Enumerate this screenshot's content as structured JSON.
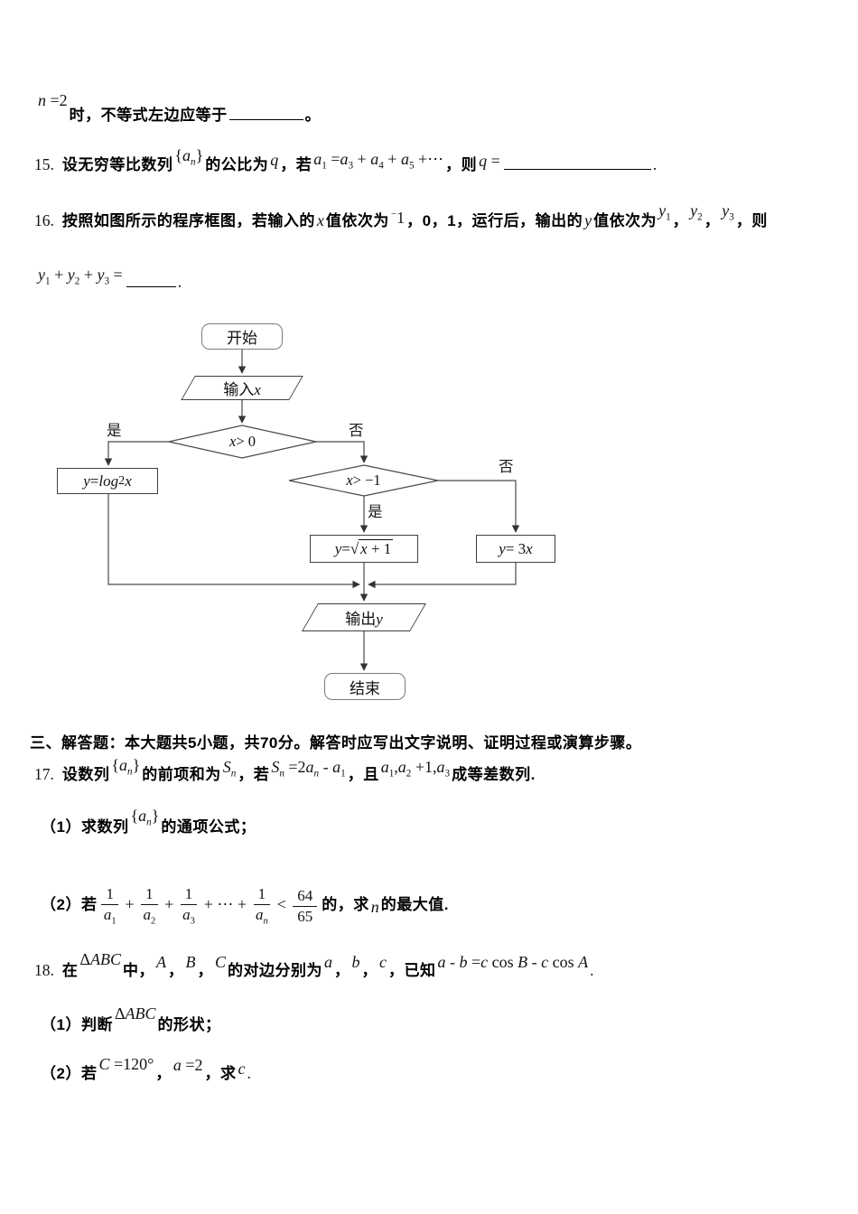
{
  "page": {
    "background": "#ffffff",
    "text_color": "#000000",
    "line_color": "#4a4a4a"
  },
  "lines": {
    "q14_tail": [
      {
        "t": "math",
        "v": "n =2",
        "raise": 16
      },
      {
        "t": "cn",
        "v": "时，不等式左边应等于"
      },
      {
        "t": "blank",
        "w": 82
      },
      {
        "t": "cn",
        "v": "。"
      }
    ],
    "q15": [
      {
        "t": "num",
        "v": "15."
      },
      {
        "t": "cn",
        "v": "设无穷等比数列"
      },
      {
        "t": "math",
        "v": "{a_{n}}",
        "raise": 10
      },
      {
        "t": "cn",
        "v": "的公比为"
      },
      {
        "t": "math",
        "v": "q",
        "raise": 5
      },
      {
        "t": "cn",
        "v": "，若"
      },
      {
        "t": "math",
        "v": "a_{1} =a_{3} + a_{4} + a_{5} +⋯",
        "raise": 6
      },
      {
        "t": "cn",
        "v": "，则"
      },
      {
        "t": "math",
        "v": "q =",
        "raise": 4
      },
      {
        "t": "blank",
        "w": 163
      },
      {
        "t": "num",
        "v": "."
      }
    ],
    "q16_line1": [
      {
        "t": "num",
        "v": "16."
      },
      {
        "t": "cn",
        "v": "按照如图所示的程序框图，若输入的"
      },
      {
        "t": "math",
        "v": "x"
      },
      {
        "t": "cn",
        "v": "值依次为"
      },
      {
        "t": "math",
        "v": "^{−}1",
        "raise": 3
      },
      {
        "t": "cn",
        "v": "，0，1，运行后，输出的"
      },
      {
        "t": "math",
        "v": "y"
      },
      {
        "t": "cn",
        "v": "值依次为"
      },
      {
        "t": "math",
        "v": "y_{1}",
        "raise": 11
      },
      {
        "t": "cn",
        "v": "，"
      },
      {
        "t": "math",
        "v": "y_{2}",
        "raise": 11
      },
      {
        "t": "cn",
        "v": "，"
      },
      {
        "t": "math",
        "v": "y_{3}",
        "raise": 11
      },
      {
        "t": "cn",
        "v": "，则"
      }
    ],
    "q16_line2": [
      {
        "t": "math",
        "v": "y_{1} + y_{2} + y_{3} ="
      },
      {
        "t": "blank",
        "w": 55,
        "raise": -8
      },
      {
        "t": "num",
        "v": ".",
        "raise": -8
      }
    ],
    "section3_header": [
      {
        "t": "cn",
        "v": "三、解答题：本大题共5小题，共70分。解答时应写出文字说明、证明过程或演算步骤。"
      }
    ],
    "q17": [
      {
        "t": "num",
        "v": "17."
      },
      {
        "t": "cn",
        "v": "设数列"
      },
      {
        "t": "math",
        "v": "{a_{n}}",
        "raise": 10
      },
      {
        "t": "cn",
        "v": "的前项和为"
      },
      {
        "t": "math",
        "v": "S_{n}",
        "raise": 8
      },
      {
        "t": "cn",
        "v": "，若"
      },
      {
        "t": "math",
        "v": "S_{n} =2a_{n} - a_{1}",
        "raise": 8
      },
      {
        "t": "cn",
        "v": "，且"
      },
      {
        "t": "math",
        "v": "a_{1},a_{2} +1,a_{3}",
        "raise": 8
      },
      {
        "t": "cn",
        "v": "成等差数列."
      }
    ],
    "q17_part1": [
      {
        "t": "cn",
        "v": "（1）求数列"
      },
      {
        "t": "math",
        "v": "{a_{n}}",
        "raise": 12
      },
      {
        "t": "cn",
        "v": "的通项公式；"
      }
    ],
    "q17_part2": [
      {
        "t": "cn",
        "v": "（2）若"
      },
      {
        "t": "math",
        "v": "§f{1}{a_{1}} + §f{1}{a_{2}} + §f{1}{a_{3}} + ⋯ + §f{1}{a_{n}} < §f{64}{65}"
      },
      {
        "t": "cn",
        "v": "的，求"
      },
      {
        "t": "math",
        "v": "n",
        "raise": -3
      },
      {
        "t": "cn",
        "v": "的最大值."
      }
    ],
    "q18": [
      {
        "t": "num",
        "v": "18."
      },
      {
        "t": "cn",
        "v": "在"
      },
      {
        "t": "math",
        "v": "ΔABC",
        "raise": 12
      },
      {
        "t": "cn",
        "v": "中，"
      },
      {
        "t": "math",
        "v": "A",
        "raise": 9
      },
      {
        "t": "cn",
        "v": "，"
      },
      {
        "t": "math",
        "v": "B",
        "raise": 9
      },
      {
        "t": "cn",
        "v": "，"
      },
      {
        "t": "math",
        "v": "C",
        "raise": 9
      },
      {
        "t": "cn",
        "v": "的对边分别为"
      },
      {
        "t": "math",
        "v": "a",
        "raise": 9
      },
      {
        "t": "cn",
        "v": "，"
      },
      {
        "t": "math",
        "v": "b",
        "raise": 9
      },
      {
        "t": "cn",
        "v": "，"
      },
      {
        "t": "math",
        "v": "c",
        "raise": 9
      },
      {
        "t": "cn",
        "v": "，已知"
      },
      {
        "t": "math",
        "v": "a - b =c §u{cos} B - c §u{cos} A",
        "raise": 9
      },
      {
        "t": "num",
        "v": "."
      }
    ],
    "q18_part1": [
      {
        "t": "cn",
        "v": "（1）判断"
      },
      {
        "t": "math",
        "v": "ΔABC",
        "raise": 12
      },
      {
        "t": "cn",
        "v": "的形状；"
      }
    ],
    "q18_part2": [
      {
        "t": "cn",
        "v": "（2）若"
      },
      {
        "t": "math",
        "v": "C =120°",
        "raise": 10
      },
      {
        "t": "cn",
        "v": "，"
      },
      {
        "t": "math",
        "v": "a =2",
        "raise": 9
      },
      {
        "t": "cn",
        "v": "，求"
      },
      {
        "t": "math",
        "v": "c",
        "raise": 5
      },
      {
        "t": "num",
        "v": "."
      }
    ]
  },
  "flowchart": {
    "start": "开始",
    "input": "输入x",
    "dec1": "x > 0",
    "dec2": "x > −1",
    "box_log": "y = log_{2}x",
    "box_sqrt": "y = §s{x + 1}",
    "box_3x": "y = 3x",
    "output": "输出y",
    "end": "结束",
    "yes1": "是",
    "no1": "否",
    "yes2": "是",
    "no2": "否"
  }
}
